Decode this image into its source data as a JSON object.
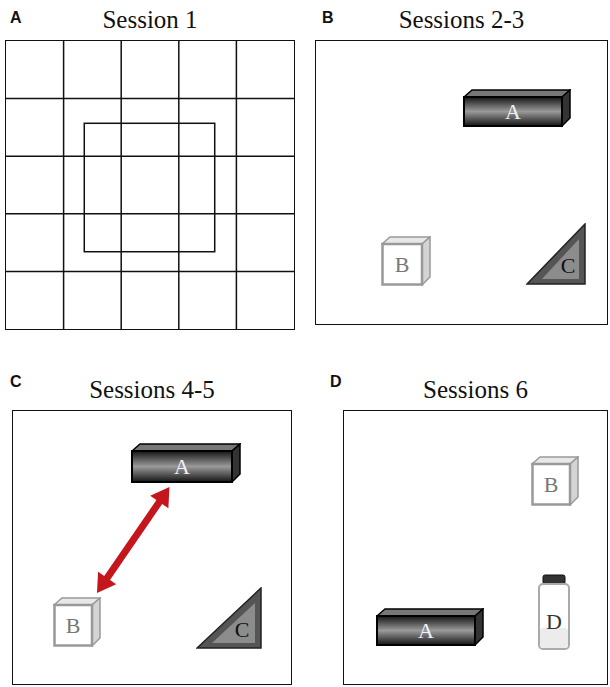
{
  "diagram": {
    "nodes": [
      {
        "text": [
          "Session 1"
        ]
      },
      {
        "text": [
          "Sessions 2-3"
        ]
      },
      {
        "text": [
          "A"
        ],
        "in": 1
      },
      {
        "text": [
          "B"
        ],
        "in": 1
      },
      {
        "text": [
          "C"
        ],
        "in": 1
      },
      {
        "text": [
          "Sessions 4-5"
        ]
      },
      {
        "text": [
          "A"
        ],
        "in": 5
      },
      {
        "text": [
          "B"
        ],
        "in": 5
      },
      {
        "text": [
          "C"
        ],
        "in": 5
      },
      {
        "text": [
          "Sessions 6"
        ]
      },
      {
        "text": [
          "B"
        ],
        "in": 9
      },
      {
        "text": [
          "A"
        ],
        "in": 9
      },
      {
        "text": [
          "D"
        ],
        "in": 9
      }
    ],
    "edges": [
      {
        "from": 6,
        "to": 7,
        "arrow": "both"
      }
    ],
    "labels": [
      "A",
      "B",
      "C",
      "D"
    ]
  }
}
